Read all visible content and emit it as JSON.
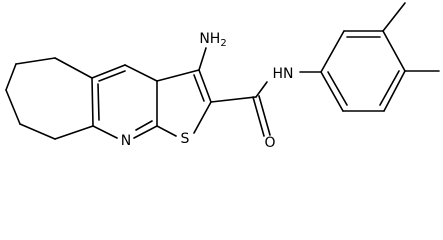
{
  "molecule": {
    "atoms": {
      "amine": "NH",
      "amine_subscript": "2",
      "amide_nh": "HN",
      "carbonyl_o": "O",
      "thiophene_s": "S",
      "pyridine_n": "N"
    }
  }
}
